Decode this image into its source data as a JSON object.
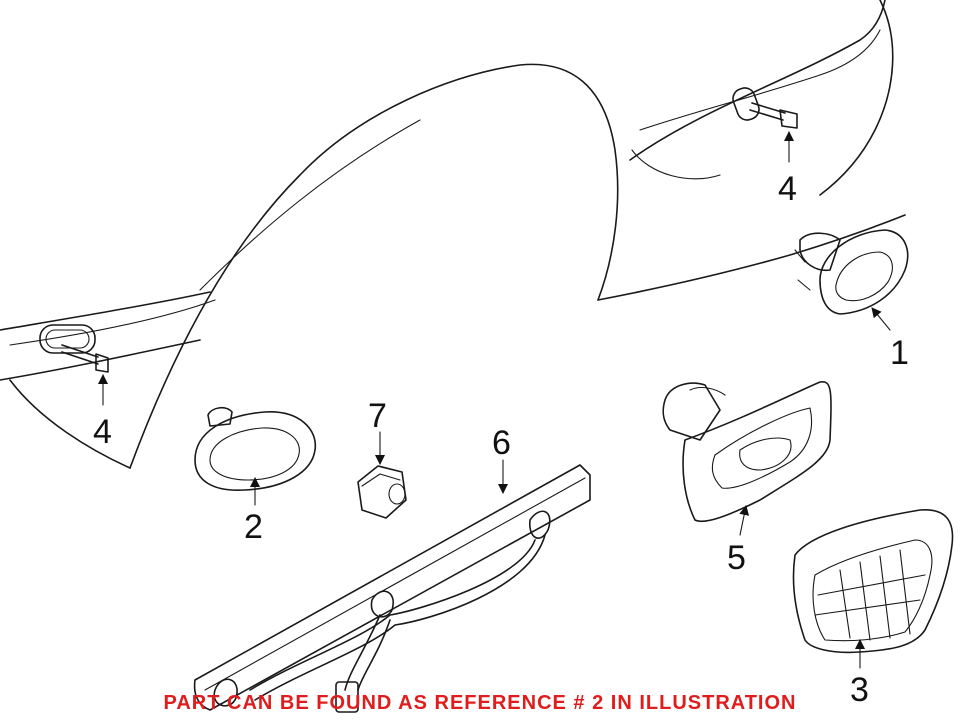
{
  "callouts": {
    "c1": "1",
    "c2": "2",
    "c3": "3",
    "c4a": "4",
    "c4b": "4",
    "c5": "5",
    "c6": "6",
    "c7": "7"
  },
  "notice": {
    "text": "PART CAN BE FOUND AS REFERENCE # 2 IN ILLUSTRATION",
    "color": "#e01c1c"
  }
}
